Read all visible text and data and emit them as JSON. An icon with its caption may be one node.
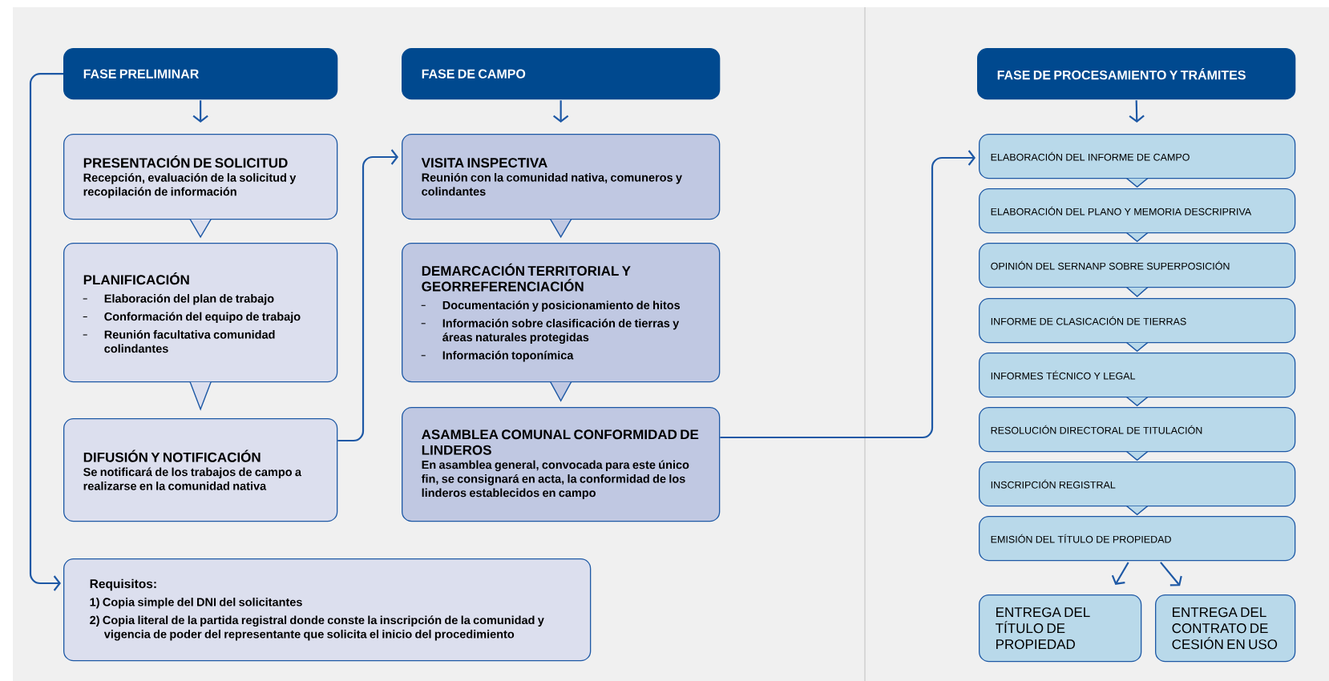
{
  "diagram": {
    "nodes": [
      {
        "text": [
          "FASE PRELIMINAR"
        ]
      },
      {
        "text": [
          "PRESENTACIÓN DE SOLICITUD",
          "Recepción, evaluación de la solicitud y recopilación de información"
        ]
      },
      {
        "text": [
          "PLANIFICACIÓN",
          "Elaboración del plan de trabajo",
          "Conformación del equipo de trabajo",
          "Reunión facultativa comunidad colindantes"
        ]
      },
      {
        "text": [
          "DIFUSIÓN Y NOTIFICACIÓN",
          "Se notificará de los trabajos de campo a realizarse en la comunidad nativa"
        ]
      },
      {
        "text": [
          "FASE DE CAMPO"
        ]
      },
      {
        "text": [
          "VISITA INSPECTIVA",
          "Reunión con la comunidad nativa, comuneros y colindantes"
        ]
      },
      {
        "text": [
          "DEMARCACIÓN TERRITORIAL Y GEORREFERENCIACIÓN",
          "Documentación y posicionamiento de hitos",
          "Información sobre clasificación de tierras y áreas naturales protegidas",
          "Información toponímica"
        ]
      },
      {
        "text": [
          "ASAMBLEA COMUNAL CONFORMIDAD DE LINDEROS",
          "En asamblea general, convocada para este único fin, se consignará en acta, la conformidad de los linderos establecidos en campo"
        ]
      },
      {
        "text": [
          "Requisitos:",
          "1) Copia simple del DNI del solicitantes",
          "2) Copia literal de la partida registral donde conste la inscripción de la comunidad y vigencia de poder del representante que solicita el inicio del procedimiento"
        ]
      },
      {
        "text": [
          "FASE DE PROCESAMIENTO Y TRÁMITES"
        ]
      },
      {
        "text": [
          "ELABORACIÓN DEL INFORME DE CAMPO"
        ]
      },
      {
        "text": [
          "ELABORACIÓN DEL PLANO Y MEMORIA DESCRIPRIVA"
        ]
      },
      {
        "text": [
          "OPINIÓN DEL SERNANP SOBRE SUPERPOSICIÓN"
        ]
      },
      {
        "text": [
          "INFORME DE CLASICACIÓN DE TIERRAS"
        ]
      },
      {
        "text": [
          "INFORMES TÉCNICO Y LEGAL"
        ]
      },
      {
        "text": [
          "RESOLUCIÓN DIRECTORAL DE TITULACIÓN"
        ]
      },
      {
        "text": [
          "INSCRIPCIÓN REGISTRAL"
        ]
      },
      {
        "text": [
          "EMISIÓN DEL TÍTULO DE PROPIEDAD"
        ]
      },
      {
        "text": [
          "ENTREGA DEL TÍTULO DE PROPIEDAD"
        ]
      },
      {
        "text": [
          "ENTREGA DEL CONTRATO DE CESIÓN EN USO"
        ]
      }
    ],
    "edges": [
      {
        "from": 0,
        "to": 1,
        "arrow": "to"
      },
      {
        "from": 1,
        "to": 2,
        "arrow": "to"
      },
      {
        "from": 2,
        "to": 3,
        "arrow": "to"
      },
      {
        "from": 0,
        "to": 8,
        "arrow": "to"
      },
      {
        "from": 4,
        "to": 5,
        "arrow": "to"
      },
      {
        "from": 3,
        "to": 5,
        "arrow": "to"
      },
      {
        "from": 5,
        "to": 6,
        "arrow": "to"
      },
      {
        "from": 6,
        "to": 7,
        "arrow": "to"
      },
      {
        "from": 7,
        "to": 10,
        "arrow": "to"
      },
      {
        "from": 9,
        "to": 10,
        "arrow": "to"
      },
      {
        "from": 10,
        "to": 11,
        "arrow": "to"
      },
      {
        "from": 11,
        "to": 12,
        "arrow": "to"
      },
      {
        "from": 12,
        "to": 13,
        "arrow": "to"
      },
      {
        "from": 13,
        "to": 14,
        "arrow": "to"
      },
      {
        "from": 14,
        "to": 15,
        "arrow": "to"
      },
      {
        "from": 15,
        "to": 16,
        "arrow": "to"
      },
      {
        "from": 16,
        "to": 17,
        "arrow": "to"
      },
      {
        "from": 17,
        "to": 18,
        "arrow": "to"
      },
      {
        "from": 17,
        "to": 19,
        "arrow": "to"
      }
    ]
  }
}
